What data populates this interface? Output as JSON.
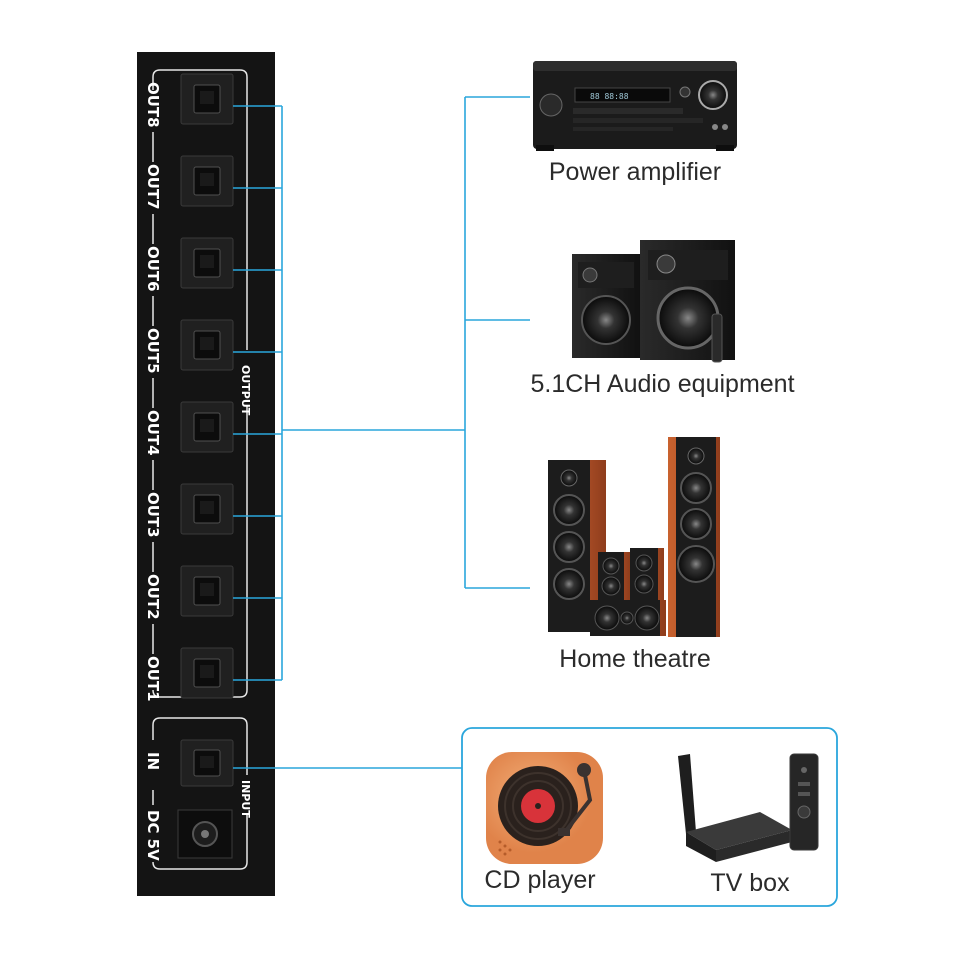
{
  "device": {
    "output_group_label": "OUTPUT",
    "input_group_label": "INPUT",
    "ports": [
      "OUT8",
      "OUT7",
      "OUT6",
      "OUT5",
      "OUT4",
      "OUT3",
      "OUT2",
      "OUT1"
    ],
    "input_port": "IN",
    "power_port": "DC 5V"
  },
  "outputs": {
    "power_amplifier": "Power amplifier",
    "audio_equipment": "5.1CH Audio equipment",
    "home_theatre": "Home theatre"
  },
  "sources": {
    "cd_player": "CD player",
    "tv_box": "TV box"
  },
  "colors": {
    "accent": "#2aa6dc",
    "device_body": "#141414",
    "wood": "#b5562a"
  }
}
